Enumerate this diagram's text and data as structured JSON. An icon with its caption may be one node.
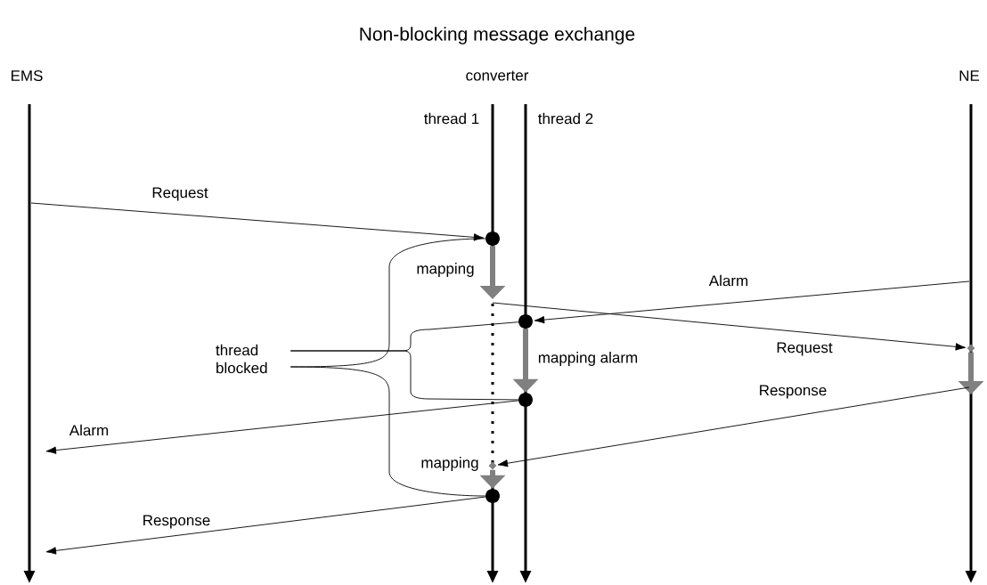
{
  "diagram": {
    "title": "Non-blocking message exchange",
    "nodes": [
      {
        "text": [
          "thread blocked"
        ]
      },
      {
        "text": [],
        "shape": "circle"
      },
      {
        "text": [],
        "shape": "circle"
      },
      {
        "text": [],
        "shape": "circle"
      },
      {
        "text": [],
        "shape": "circle"
      },
      {
        "text": [],
        "shape": "diamond"
      },
      {
        "text": [],
        "shape": "diamond"
      }
    ],
    "edges": [
      {
        "from": null,
        "to": 1,
        "arrow": "to",
        "label": "Request"
      },
      {
        "from": 1,
        "to": null,
        "arrow": "to",
        "label": "mapping",
        "style": "thick",
        "color": "#808080"
      },
      {
        "from": null,
        "to": 2,
        "arrow": "to",
        "label": "Alarm"
      },
      {
        "from": null,
        "to": 5,
        "arrow": "to",
        "label": "Request"
      },
      {
        "from": 2,
        "to": 3,
        "arrow": "to",
        "label": "mapping alarm",
        "style": "thick",
        "color": "#808080"
      },
      {
        "from": 5,
        "to": null,
        "arrow": "to",
        "style": "thick",
        "color": "#808080"
      },
      {
        "from": null,
        "to": 6,
        "arrow": "to",
        "label": "Response"
      },
      {
        "from": 3,
        "to": null,
        "arrow": "to",
        "label": "Alarm"
      },
      {
        "from": 6,
        "to": 4,
        "arrow": "to",
        "label": "mapping",
        "style": "thick",
        "color": "#808080"
      },
      {
        "from": 4,
        "to": null,
        "arrow": "to",
        "label": "Response"
      },
      {
        "from": 0,
        "to": 1,
        "arrow": "none"
      },
      {
        "from": 0,
        "to": 2,
        "arrow": "none"
      },
      {
        "from": 0,
        "to": 3,
        "arrow": "none"
      },
      {
        "from": 0,
        "to": 4,
        "arrow": "none"
      }
    ],
    "labels": [
      "EMS",
      "converter",
      "NE",
      "thread 1",
      "thread 2"
    ]
  }
}
